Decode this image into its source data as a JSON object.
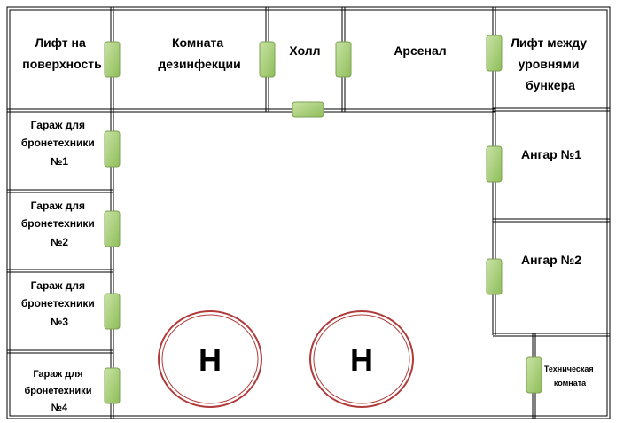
{
  "rooms": [
    {
      "id": "surface-lift",
      "label": [
        "Лифт на",
        "поверхность"
      ]
    },
    {
      "id": "decon-room",
      "label": [
        "Комната",
        "дезинфекции"
      ]
    },
    {
      "id": "hall",
      "label": [
        "Холл"
      ]
    },
    {
      "id": "arsenal",
      "label": [
        "Арсенал"
      ]
    },
    {
      "id": "level-lift",
      "label": [
        "Лифт между",
        "уровнями",
        "бункера"
      ]
    },
    {
      "id": "garage-1",
      "label": [
        "Гараж для",
        "бронетехники",
        "№1"
      ]
    },
    {
      "id": "garage-2",
      "label": [
        "Гараж для",
        "бронетехники",
        "№2"
      ]
    },
    {
      "id": "garage-3",
      "label": [
        "Гараж для",
        "бронетехники",
        "№3"
      ]
    },
    {
      "id": "garage-4",
      "label": [
        "Гараж для",
        "бронетехники",
        "№4"
      ]
    },
    {
      "id": "hangar-1",
      "label": [
        "Ангар №1"
      ]
    },
    {
      "id": "hangar-2",
      "label": [
        "Ангар №2"
      ]
    },
    {
      "id": "tech-room",
      "label": [
        "Техническая",
        "комната"
      ]
    }
  ],
  "helipads": [
    {
      "id": "helipad-1",
      "letter": "H"
    },
    {
      "id": "helipad-2",
      "letter": "H"
    }
  ],
  "colors": {
    "wall": "#000000",
    "door_fill": "#a9cf7c",
    "door_stroke": "#7ea055",
    "helipad_ring": "#b03a3a"
  }
}
